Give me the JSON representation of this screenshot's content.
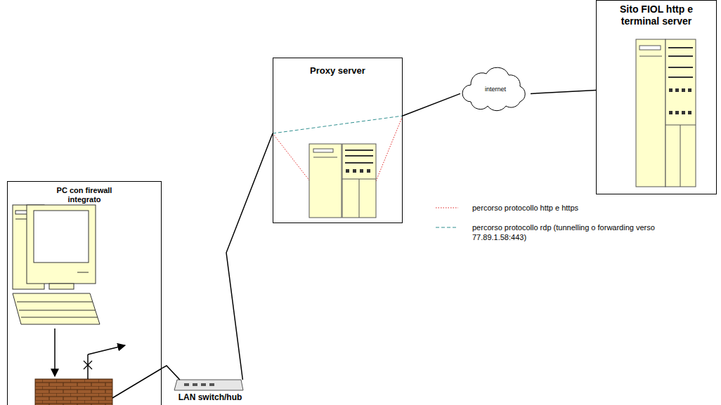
{
  "diagram": {
    "nodes": [
      {
        "text": [
          "PC con firewall integrato"
        ]
      },
      {
        "text": [
          "LAN switch/hub"
        ]
      },
      {
        "text": [
          "Proxy server"
        ]
      },
      {
        "text": [
          "internet"
        ]
      },
      {
        "text": [
          "Sito FIOL http e terminal server"
        ]
      }
    ],
    "edges": [
      {
        "from": 0,
        "to": 1,
        "arrow": "none"
      },
      {
        "from": 1,
        "to": 2,
        "arrow": "none"
      },
      {
        "from": 2,
        "to": 3,
        "arrow": "none"
      },
      {
        "from": 3,
        "to": 4,
        "arrow": "none"
      }
    ],
    "legend": [
      {
        "text": "percorso protocollo http e https"
      },
      {
        "text": "percorso protocollo rdp (tunnelling o forwarding verso 77.89.1.58:443)"
      }
    ]
  }
}
